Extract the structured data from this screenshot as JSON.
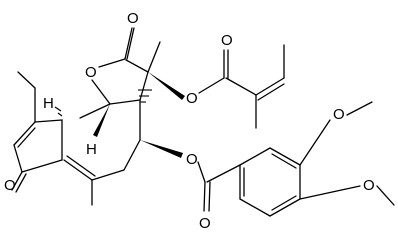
{
  "molecule": {
    "atom_labels": {
      "o_ring": "O",
      "o_lactone_carbonyl": "O",
      "o_ester_crotonate": "O",
      "o_crotonate_carbonyl": "O",
      "o_ester_benzoate": "O",
      "o_benzoate_carbonyl": "O",
      "o_methoxy_upper": "O",
      "o_methoxy_lower": "O",
      "o_ketone": "O",
      "h_upper": "H",
      "h_lower": "H"
    }
  },
  "colors": {
    "ink": "#000000",
    "background": "#ffffff"
  }
}
